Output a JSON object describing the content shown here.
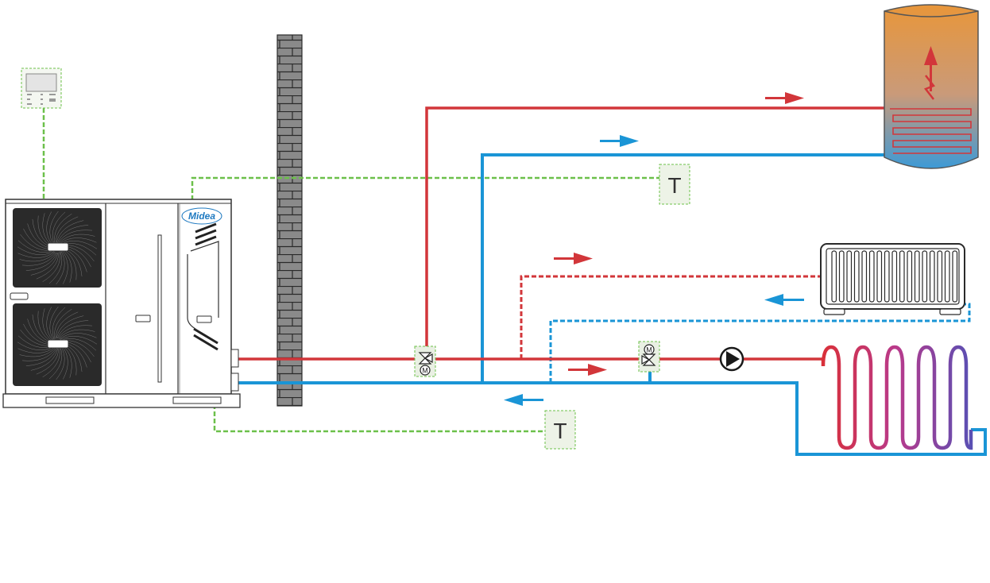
{
  "brand": {
    "logo_text": "Midea"
  },
  "sensors": [
    {
      "id": "tank-sensor",
      "label": "T"
    },
    {
      "id": "outdoor-sensor",
      "label": "T"
    }
  ],
  "valves": [
    {
      "id": "valve-1",
      "motor_label": "M"
    },
    {
      "id": "valve-2",
      "motor_label": "M"
    }
  ],
  "colors": {
    "hot_pipe": "#d2363a",
    "cold_pipe": "#1a95d6",
    "control_wire": "#6cc04a",
    "wall": "#8a8a8a",
    "tank_top": "#e8963a",
    "tank_bottom": "#3d9ad6",
    "floor_loop_start": "#d9303a",
    "floor_loop_end": "#5a4fb3"
  },
  "icons": {
    "pump": "pump-icon",
    "fan": "fan-icon",
    "flow_arrow": "arrow-right-icon",
    "controller": "controller-icon"
  }
}
